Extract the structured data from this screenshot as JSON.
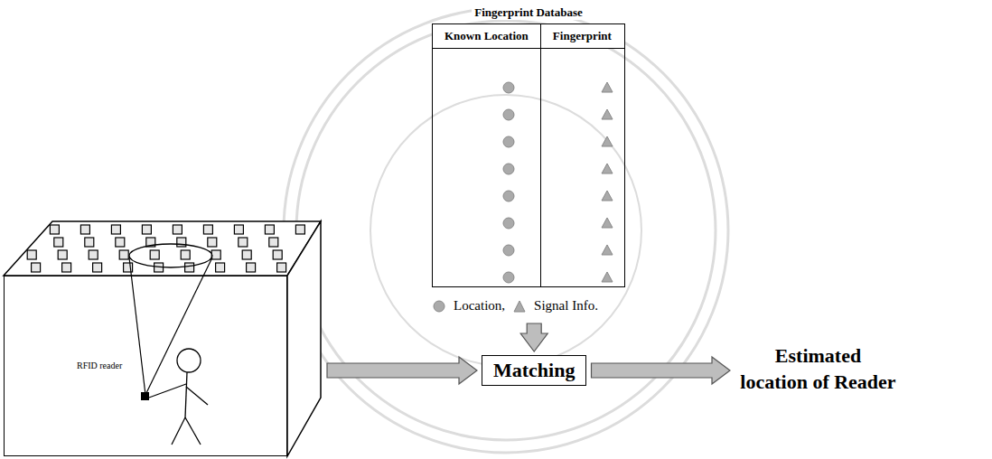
{
  "diagram": {
    "nodes": [
      {
        "text": [
          "Fingerprint Database",
          "Known Location",
          "Fingerprint"
        ]
      },
      {
        "text": [
          "RFID reader"
        ]
      },
      {
        "text": [
          "Matching"
        ]
      },
      {
        "text": [
          "Estimated location of Reader"
        ]
      }
    ],
    "edges": [
      {
        "from": 1,
        "to": 2,
        "arrow": "to"
      },
      {
        "from": 0,
        "to": 2,
        "arrow": "to"
      },
      {
        "from": 2,
        "to": 3,
        "arrow": "to"
      }
    ],
    "legend": [
      {
        "text": "Location,"
      },
      {
        "text": "Signal Info."
      }
    ]
  }
}
